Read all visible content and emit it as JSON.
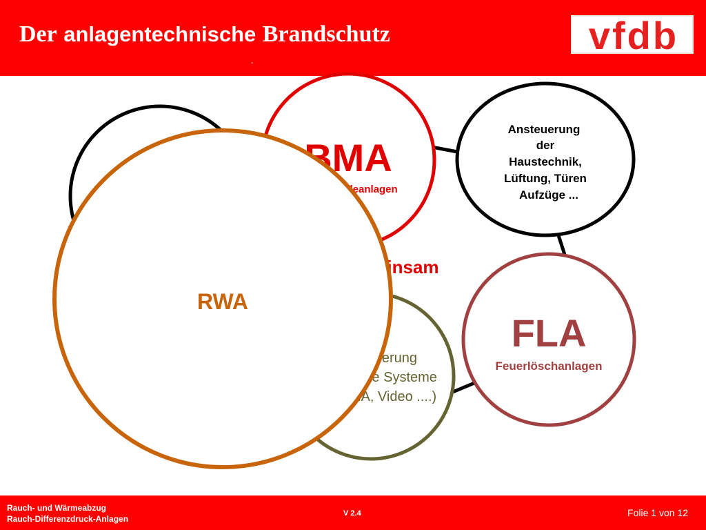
{
  "header": {
    "title_part1": "Der",
    "title_part2": "anlagentechnische",
    "title_part3": "Brandschutz",
    "title_dash": "-",
    "logo_text": "vfdb"
  },
  "diagram": {
    "center_text": "gemeinsam",
    "circles": {
      "bma_title": "BMA",
      "bma_subtitle": "Brandmeldeanlagen",
      "haustechnik_lines": [
        "Ansteuerung",
        "der",
        "Haustechnik,",
        "Lüftung, Türen",
        "Aufzüge ..."
      ],
      "fla_title": "FLA",
      "fla_subtitle": "Feuerlöschanlagen",
      "sicherung_lines": [
        "Sicherung",
        "weitere Systeme",
        "(EMA, Video ....)"
      ],
      "rwa_title": "RWA"
    }
  },
  "footer": {
    "line1": "Rauch- und Wärmeabzug",
    "line2": "Rauch-Differenzdruck-Anlagen",
    "version": "V 2.4",
    "page": "Folie 1 von 12"
  },
  "colors": {
    "brand_red": "#ff0000",
    "bma_red": "#e00000",
    "fla_maroon": "#a04040",
    "rwa_orange": "#c8640a",
    "sicherung_olive": "#646432",
    "black": "#000000"
  }
}
